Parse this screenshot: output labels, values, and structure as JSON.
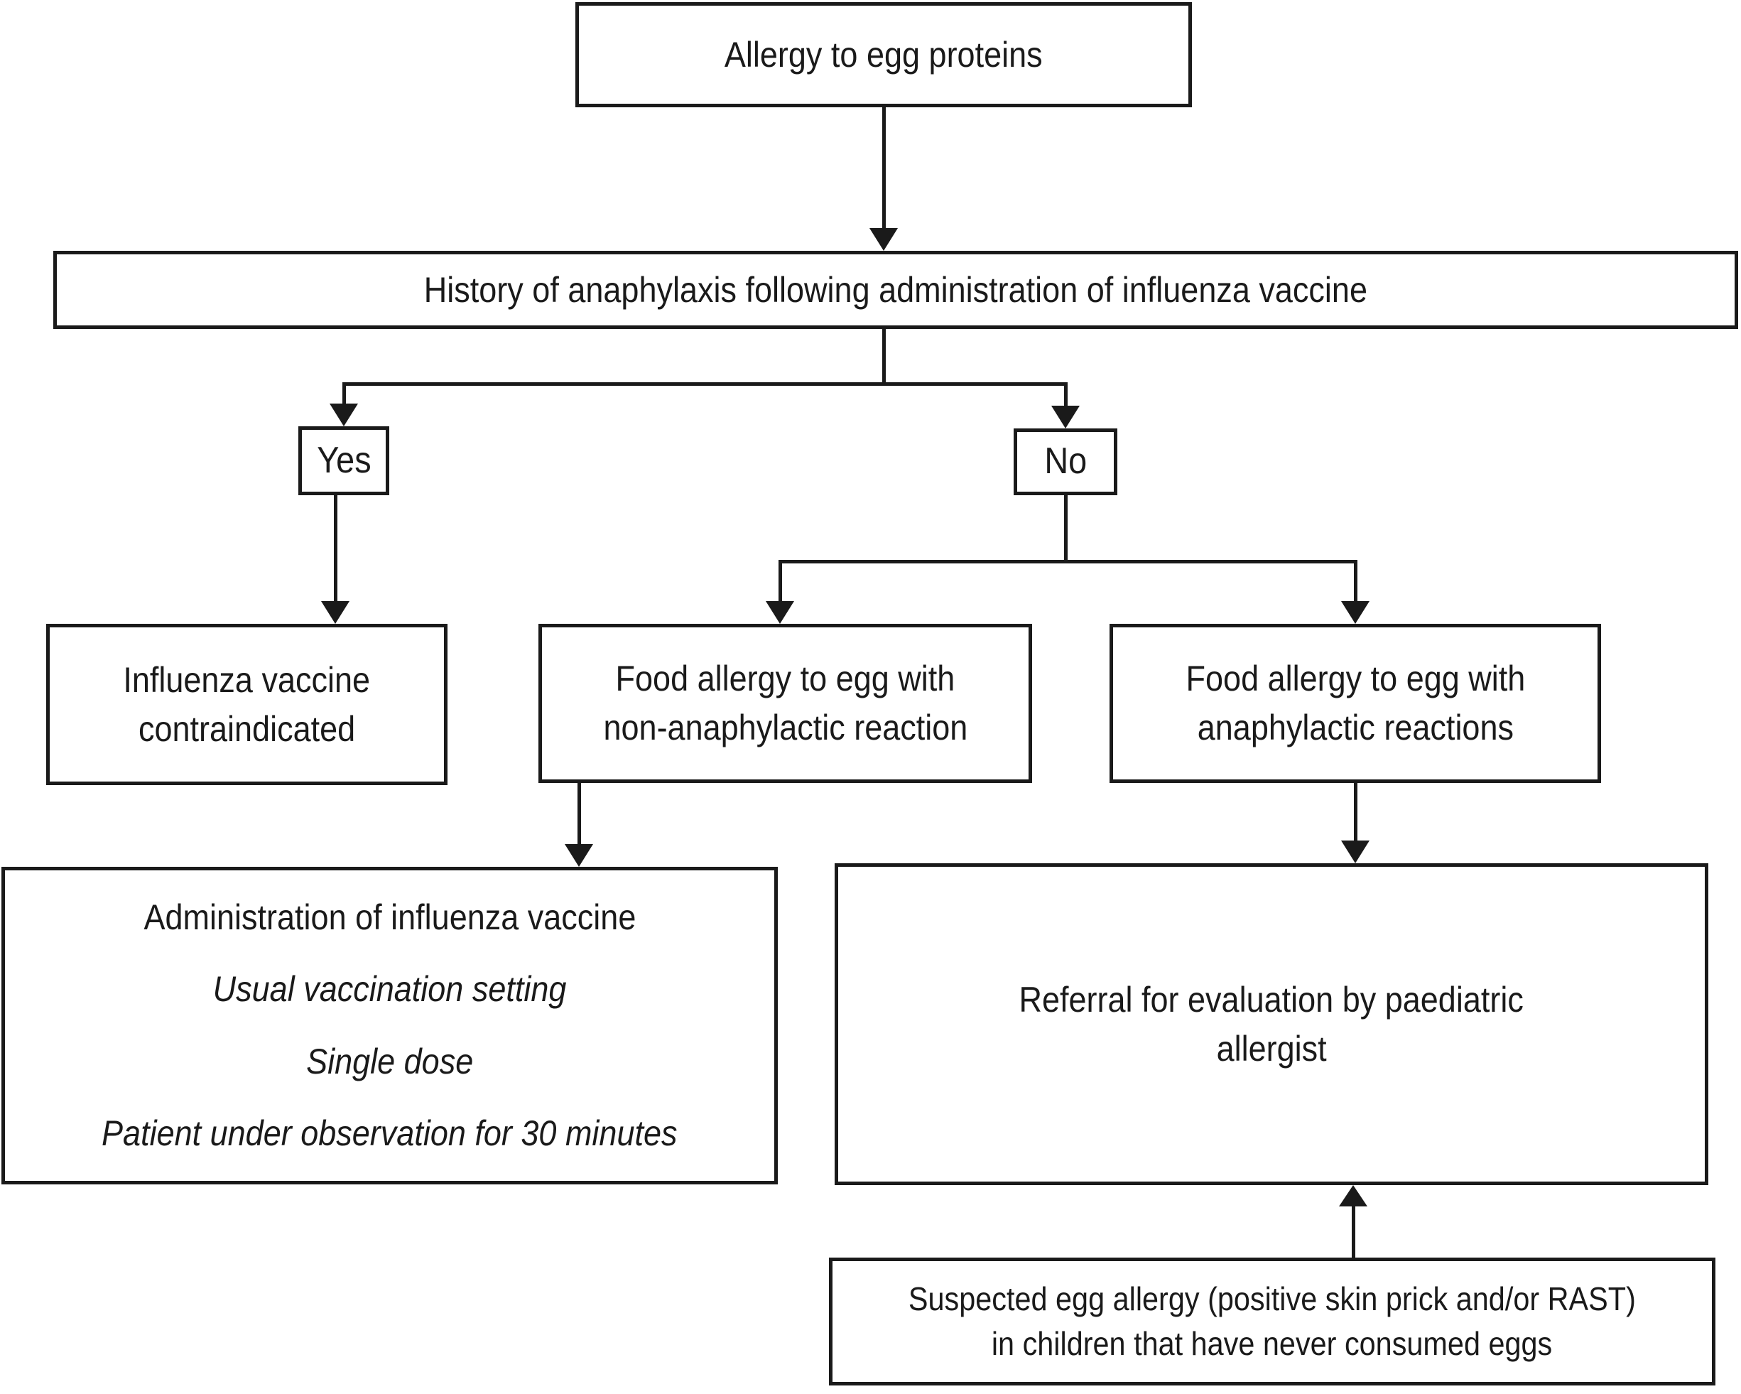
{
  "diagram": {
    "type": "flowchart",
    "topic": "Influenza vaccination decision pathway for children with allergy to egg proteins",
    "colors": {
      "background": "#ffffff",
      "box_border": "#1a1a1a",
      "line": "#1a1a1a",
      "text": "#1a1a1a"
    },
    "nodes": {
      "allergy": {
        "text": "Allergy to egg proteins"
      },
      "history": {
        "text": "History of anaphylaxis following administration of influenza vaccine"
      },
      "yes": {
        "text": "Yes"
      },
      "no": {
        "text": "No"
      },
      "contraindicated": {
        "lines": [
          "Influenza vaccine",
          "contraindicated"
        ]
      },
      "non_anaphylactic": {
        "lines": [
          "Food allergy to egg with",
          "non-anaphylactic reaction"
        ]
      },
      "anaphylactic": {
        "lines": [
          "Food allergy to egg with",
          "anaphylactic reactions"
        ]
      },
      "administration": {
        "title": "Administration of influenza vaccine",
        "details": [
          "Usual vaccination setting",
          "Single dose",
          "Patient under observation for 30 minutes"
        ]
      },
      "referral": {
        "lines": [
          "Referral for evaluation by paediatric",
          "allergist"
        ]
      },
      "suspected": {
        "lines": [
          "Suspected egg allergy (positive skin prick and/or RAST)",
          "in children that have never consumed eggs"
        ]
      }
    },
    "edges": [
      {
        "from": "allergy",
        "to": "history"
      },
      {
        "from": "history",
        "to": "yes"
      },
      {
        "from": "history",
        "to": "no"
      },
      {
        "from": "yes",
        "to": "contraindicated"
      },
      {
        "from": "no",
        "to": "non_anaphylactic"
      },
      {
        "from": "no",
        "to": "anaphylactic"
      },
      {
        "from": "non_anaphylactic",
        "to": "administration"
      },
      {
        "from": "anaphylactic",
        "to": "referral"
      },
      {
        "from": "suspected",
        "to": "referral"
      }
    ]
  }
}
